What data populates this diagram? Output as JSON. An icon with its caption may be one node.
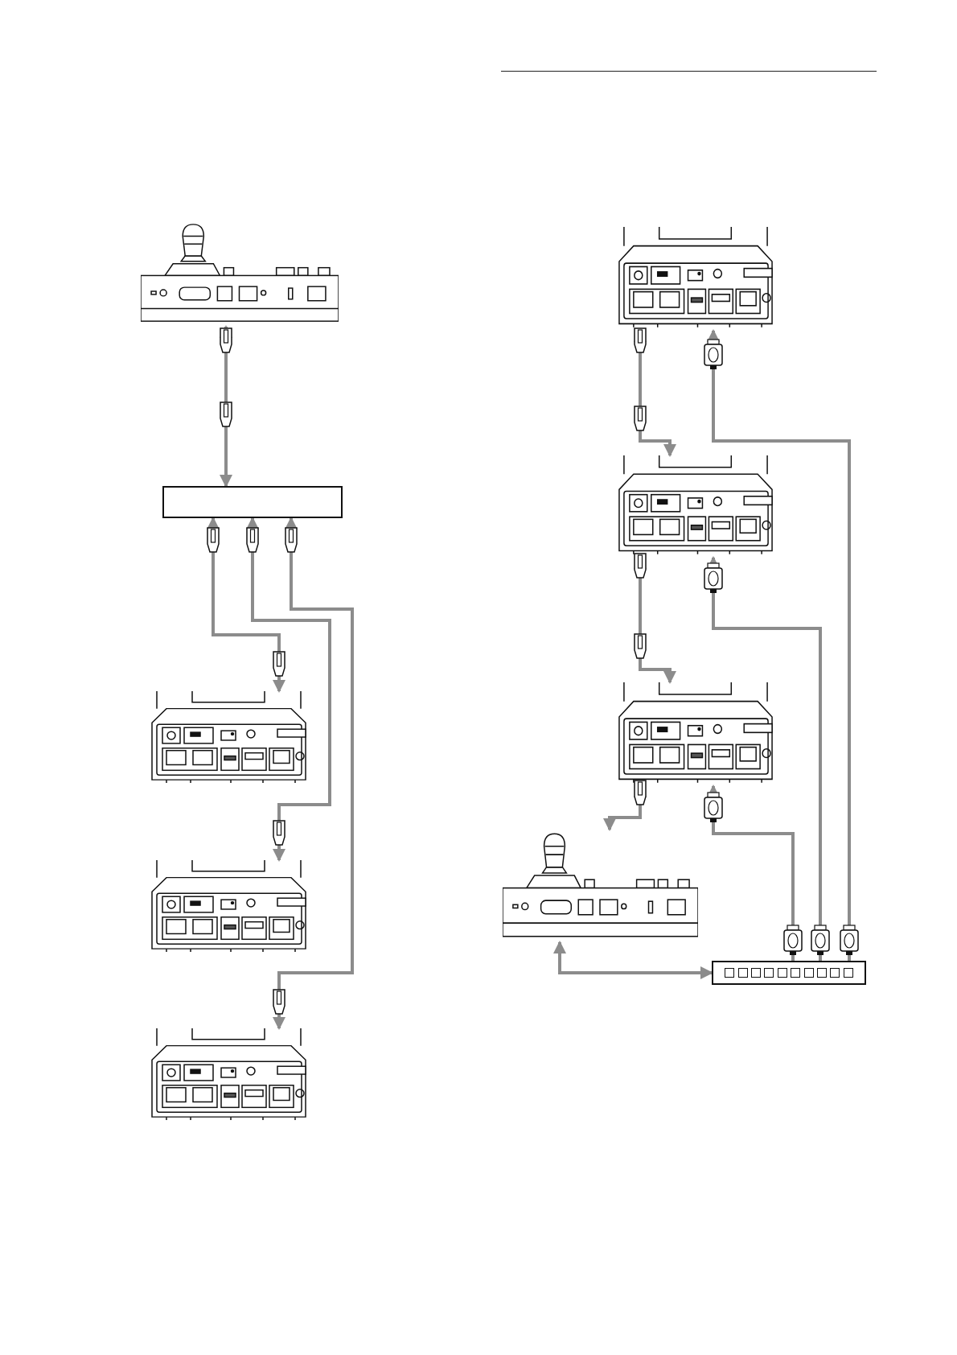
{
  "diagram": {
    "nodes": [
      {
        "text": [],
        "shape": "picture"
      },
      {
        "text": [],
        "shape": "box"
      },
      {
        "text": [],
        "shape": "picture"
      },
      {
        "text": [],
        "shape": "picture"
      },
      {
        "text": [],
        "shape": "picture"
      },
      {
        "text": [],
        "shape": "picture"
      },
      {
        "text": [],
        "shape": "picture"
      },
      {
        "text": [],
        "shape": "picture"
      },
      {
        "text": [],
        "shape": "picture"
      },
      {
        "text": [],
        "shape": "box"
      }
    ],
    "edges": [
      {
        "from": 1,
        "to": 0,
        "arrow": "both"
      },
      {
        "from": 1,
        "to": 2,
        "arrow": "both"
      },
      {
        "from": 1,
        "to": 3,
        "arrow": "both"
      },
      {
        "from": 1,
        "to": 4,
        "arrow": "both"
      },
      {
        "from": 5,
        "to": 6,
        "arrow": "both"
      },
      {
        "from": 6,
        "to": 7,
        "arrow": "both"
      },
      {
        "from": 7,
        "to": 8,
        "arrow": "both"
      },
      {
        "from": 9,
        "to": 5,
        "arrow": "to"
      },
      {
        "from": 9,
        "to": 6,
        "arrow": "to"
      },
      {
        "from": 9,
        "to": 7,
        "arrow": "to"
      },
      {
        "from": 8,
        "to": 9,
        "arrow": "both"
      }
    ]
  }
}
